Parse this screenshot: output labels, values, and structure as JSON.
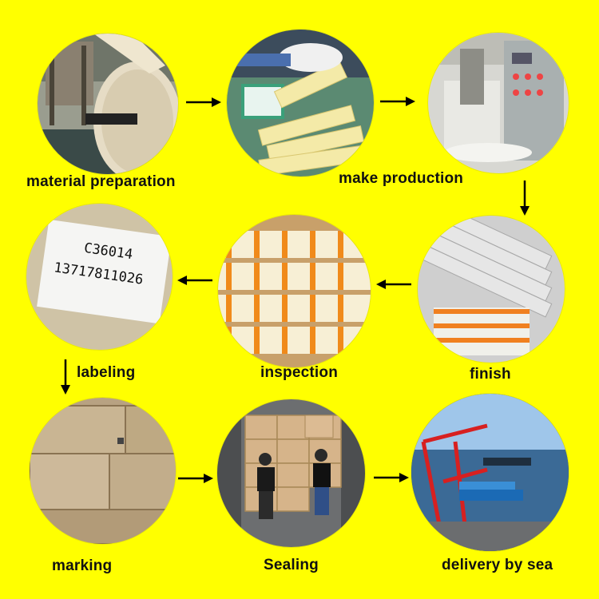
{
  "background_color": "#ffff00",
  "steps": [
    {
      "label": "material preparation",
      "icon": "paper-roll-photo"
    },
    {
      "label": "make production",
      "icon": "filter-assembly-photo"
    },
    {
      "label": "finish",
      "icon": "finished-filters-photo"
    },
    {
      "label": "inspection",
      "icon": "inspection-photo"
    },
    {
      "label": "labeling",
      "icon": "label-photo"
    },
    {
      "label": "marking",
      "icon": "cartons-photo"
    },
    {
      "label": "Sealing",
      "icon": "container-loading-photo"
    },
    {
      "label": "delivery by sea",
      "icon": "port-photo"
    }
  ],
  "label_text": {
    "line1": "C36014",
    "line2": "13717811026"
  }
}
